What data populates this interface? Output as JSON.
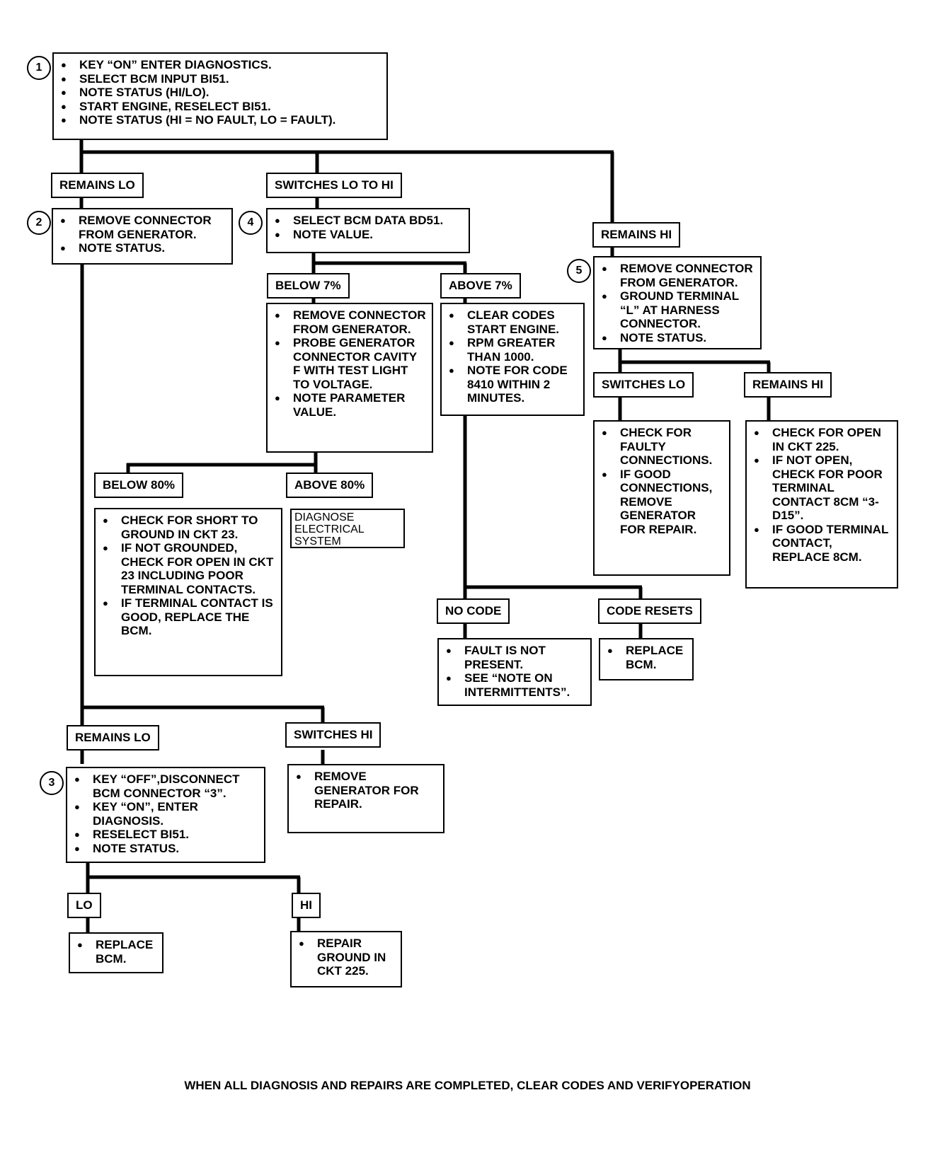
{
  "step_numbers": {
    "s1": "1",
    "s2": "2",
    "s3": "3",
    "s4": "4",
    "s5": "5"
  },
  "steps": {
    "s1": [
      "KEY “ON” ENTER DIAGNOSTICS.",
      "SELECT BCM INPUT BI51.",
      "NOTE STATUS (HI/LO).",
      "START ENGINE, RESELECT BI51.",
      "NOTE STATUS (HI = NO FAULT, LO = FAULT)."
    ],
    "s2": [
      "REMOVE CONNECTOR FROM GENERATOR.",
      "NOTE STATUS."
    ],
    "s4": [
      "SELECT BCM DATA BD51.",
      "NOTE VALUE."
    ],
    "s5": [
      "REMOVE CONNECTOR FROM GENERATOR.",
      "GROUND TERMINAL “L” AT HARNESS CONNECTOR.",
      "NOTE STATUS."
    ],
    "below7": [
      "REMOVE CONNECTOR FROM GENERATOR.",
      "PROBE GENERATOR CONNECTOR CAVITY F WITH TEST LIGHT TO VOLTAGE.",
      "NOTE PARAMETER VALUE."
    ],
    "above7": [
      "CLEAR CODES START ENGINE.",
      "RPM GREATER THAN 1000.",
      "NOTE FOR CODE 8410 WITHIN 2 MINUTES."
    ],
    "below80": [
      "CHECK FOR SHORT TO GROUND IN CKT 23.",
      "IF NOT GROUNDED, CHECK FOR OPEN IN CKT 23 INCLUDING POOR TERMINAL CONTACTS.",
      "IF TERMINAL CONTACT IS GOOD, REPLACE THE BCM."
    ],
    "s5lo": [
      "CHECK FOR FAULTY CONNECTIONS.",
      "IF GOOD CONNECTIONS, REMOVE GENERATOR FOR REPAIR."
    ],
    "s5hi": [
      "CHECK FOR OPEN IN CKT 225.",
      "IF NOT OPEN, CHECK FOR POOR TERMINAL CONTACT 8CM “3-D15”.",
      "IF GOOD TERMINAL CONTACT, REPLACE 8CM."
    ],
    "nocode": [
      "FAULT IS NOT PRESENT.",
      "SEE “NOTE ON INTERMITTENTS”."
    ],
    "codereset": [
      "REPLACE BCM."
    ],
    "s2hi": [
      "REMOVE GENERATOR FOR REPAIR."
    ],
    "s3": [
      "KEY “OFF”,DISCONNECT BCM CONNECTOR “3”.",
      "KEY “ON”, ENTER DIAGNOSIS.",
      "RESELECT BI51.",
      "NOTE STATUS."
    ],
    "s3lo": [
      "REPLACE BCM."
    ],
    "s3hi": [
      "REPAIR GROUND IN CKT 225."
    ]
  },
  "labels": {
    "remains_lo_1": "REMAINS LO",
    "switches_lo_hi": "SWITCHES LO TO HI",
    "remains_hi_1": "REMAINS HI",
    "below7": "BELOW 7%",
    "above7": "ABOVE 7%",
    "switches_lo_5": "SWITCHES LO",
    "remains_hi_5": "REMAINS HI",
    "below80": "BELOW 80%",
    "above80": "ABOVE 80%",
    "no_code": "NO CODE",
    "code_resets": "CODE RESETS",
    "remains_lo_2": "REMAINS LO",
    "switches_hi_2": "SWITCHES HI",
    "lo_3": "LO",
    "hi_3": "HI"
  },
  "diagnose_note": "DIAGNOSE ELECTRICAL SYSTEM",
  "footer": "WHEN ALL DIAGNOSIS AND REPAIRS ARE COMPLETED, CLEAR CODES AND VERIFYOPERATION"
}
